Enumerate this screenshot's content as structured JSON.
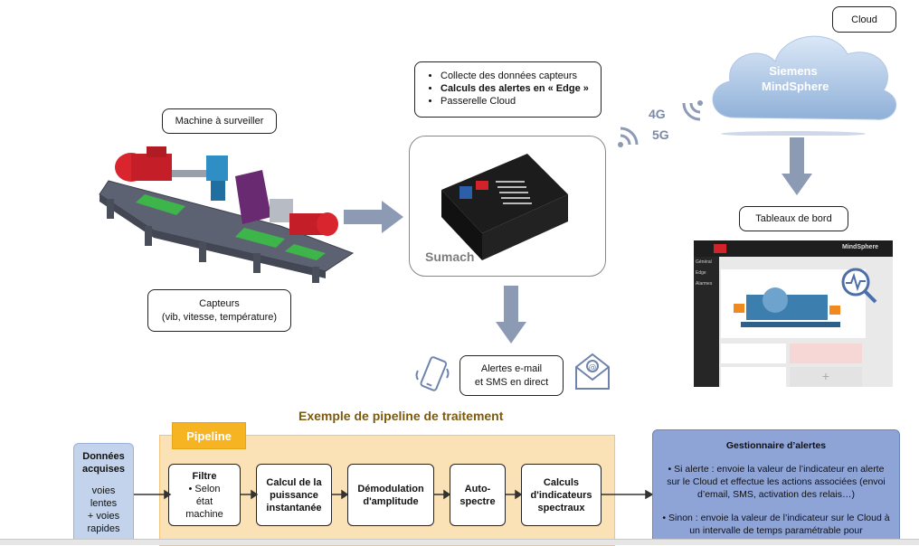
{
  "labels": {
    "machine": "Machine à surveiller",
    "sensors_line1": "Capteurs",
    "sensors_line2": "(vib, vitesse, température)",
    "alerts_line1": "Alertes e-mail",
    "alerts_line2": "et SMS en direct",
    "dashboards": "Tableaux de bord",
    "cloud": "Cloud",
    "gateway_brand": "Sumach",
    "cloud_brand_line1": "Siemens",
    "cloud_brand_line2": "MindSphere",
    "net_4g": "4G",
    "net_5g": "5G"
  },
  "edge_bullets": [
    {
      "text": "Collecte des données capteurs",
      "bold": false
    },
    {
      "text": "Calculs des alertes en « Edge »",
      "bold": true
    },
    {
      "text": "Passerelle Cloud",
      "bold": false
    }
  ],
  "dashboard": {
    "app_name": "MindSphere",
    "nav": [
      "Général",
      "Edge",
      "Alarmes"
    ]
  },
  "pipeline": {
    "title": "Exemple de pipeline de traitement",
    "tag": "Pipeline",
    "input": {
      "title_line1": "Données",
      "title_line2": "acquises",
      "body_line1": "voies",
      "body_line2": "lentes",
      "body_line3": "+ voies",
      "body_line4": "rapides"
    },
    "filter": {
      "title": "Filtre",
      "line1": "• Selon",
      "line2": "état",
      "line3": "machine"
    },
    "steps": [
      {
        "line1": "Calcul de la",
        "line2": "puissance",
        "line3": "instantanée"
      },
      {
        "line1": "Démodulation",
        "line2": "d'amplitude",
        "line3": ""
      },
      {
        "line1": "Auto-",
        "line2": "spectre",
        "line3": ""
      },
      {
        "line1": "Calculs",
        "line2": "d'indicateurs",
        "line3": "spectraux"
      }
    ]
  },
  "alert_manager": {
    "title": "Gestionnaire d’alertes",
    "para1": "• Si alerte : envoie la valeur de l’indicateur en alerte sur le Cloud et effectue les actions associées (envoi d’email, SMS, activation des relais…)",
    "para2": "• Sinon : envoie la valeur de l’indicateur sur le Cloud à un intervalle de temps paramétrable pour"
  }
}
